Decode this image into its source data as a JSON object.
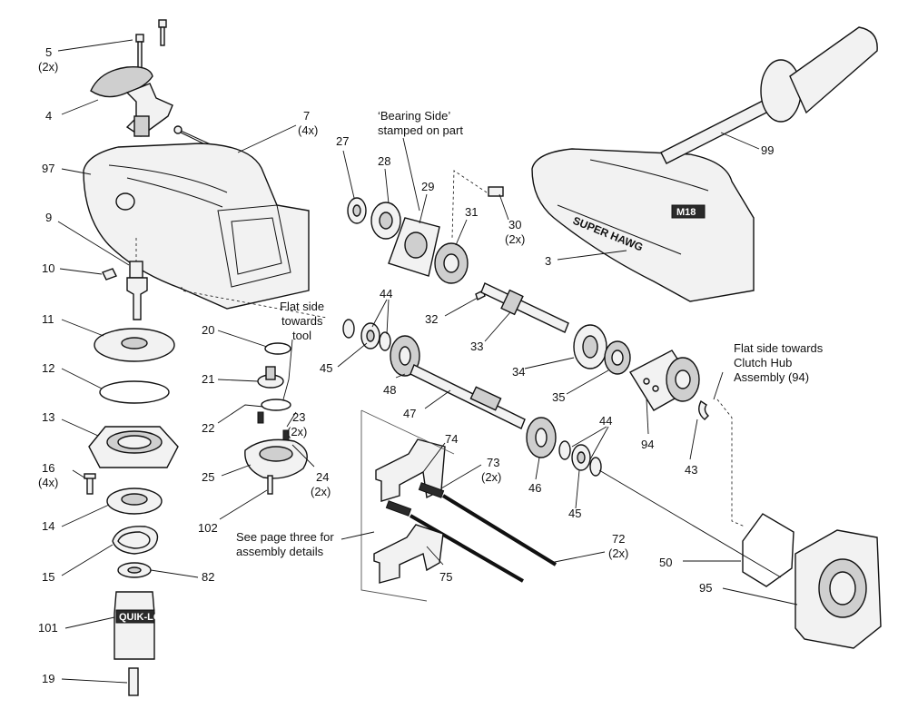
{
  "callouts": {
    "c5": "5",
    "c5q": "(2x)",
    "c4": "4",
    "c7": "7",
    "c7q": "(4x)",
    "c97": "97",
    "c9": "9",
    "c10": "10",
    "c11": "11",
    "c12": "12",
    "c13": "13",
    "c16": "16",
    "c16q": "(4x)",
    "c14": "14",
    "c15": "15",
    "c82": "82",
    "c101": "101",
    "c19": "19",
    "c20": "20",
    "c21": "21",
    "c22": "22",
    "c23": "23",
    "c23q": "(2x)",
    "c24": "24",
    "c24q": "(2x)",
    "c25": "25",
    "c102": "102",
    "c27": "27",
    "c28": "28",
    "c29": "29",
    "c30": "30",
    "c30q": "(2x)",
    "c31": "31",
    "c32": "32",
    "c33": "33",
    "c34": "34",
    "c35": "35",
    "c44a": "44",
    "c44b": "44",
    "c45a": "45",
    "c45b": "45",
    "c48": "48",
    "c47": "47",
    "c46": "46",
    "c74": "74",
    "c73": "73",
    "c73q": "(2x)",
    "c72": "72",
    "c72q": "(2x)",
    "c75": "75",
    "c94": "94",
    "c43": "43",
    "c50": "50",
    "c95": "95",
    "c3": "3",
    "c99": "99"
  },
  "notes": {
    "bearing_side_1": "‘Bearing Side’",
    "bearing_side_2": "stamped on part",
    "flat_side_tool_1": "Flat side",
    "flat_side_tool_2": "towards",
    "flat_side_tool_3": "tool",
    "flat_side_clutch_1": "Flat side towards",
    "flat_side_clutch_2": "Clutch Hub",
    "flat_side_clutch_3": "Assembly (94)",
    "see_page_1": "See page three for",
    "see_page_2": "assembly details"
  },
  "markings": {
    "housing_brand": "SUPER HAWG",
    "housing_badge": "M18",
    "chuck_brand": "QUIK-LOK"
  }
}
